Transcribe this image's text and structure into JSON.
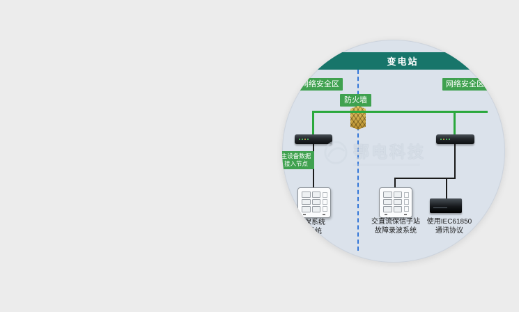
{
  "page": {
    "background": "#ececec"
  },
  "diagram": {
    "title": "变电站",
    "zones": {
      "left": "网络安全区",
      "right": "网络安全区"
    },
    "firewall_label": "防火墙",
    "node_label": {
      "line1": "主设备数据",
      "line2": "接入节点"
    },
    "captions": {
      "bottom_left": [
        "保系统",
        "系统"
      ],
      "bottom_center": [
        "交直流保信子站",
        "故障录波系统"
      ],
      "bottom_right": [
        "使用IEC61850",
        "通讯协议"
      ]
    },
    "watermark": {
      "text": "鄂电科技"
    },
    "colors": {
      "header": "#17756a",
      "zone_label": "#3fa14f",
      "bus_line": "#2aa83c",
      "boundary_line": "#3376d8",
      "circle_bg": "#dbe2eb"
    }
  }
}
